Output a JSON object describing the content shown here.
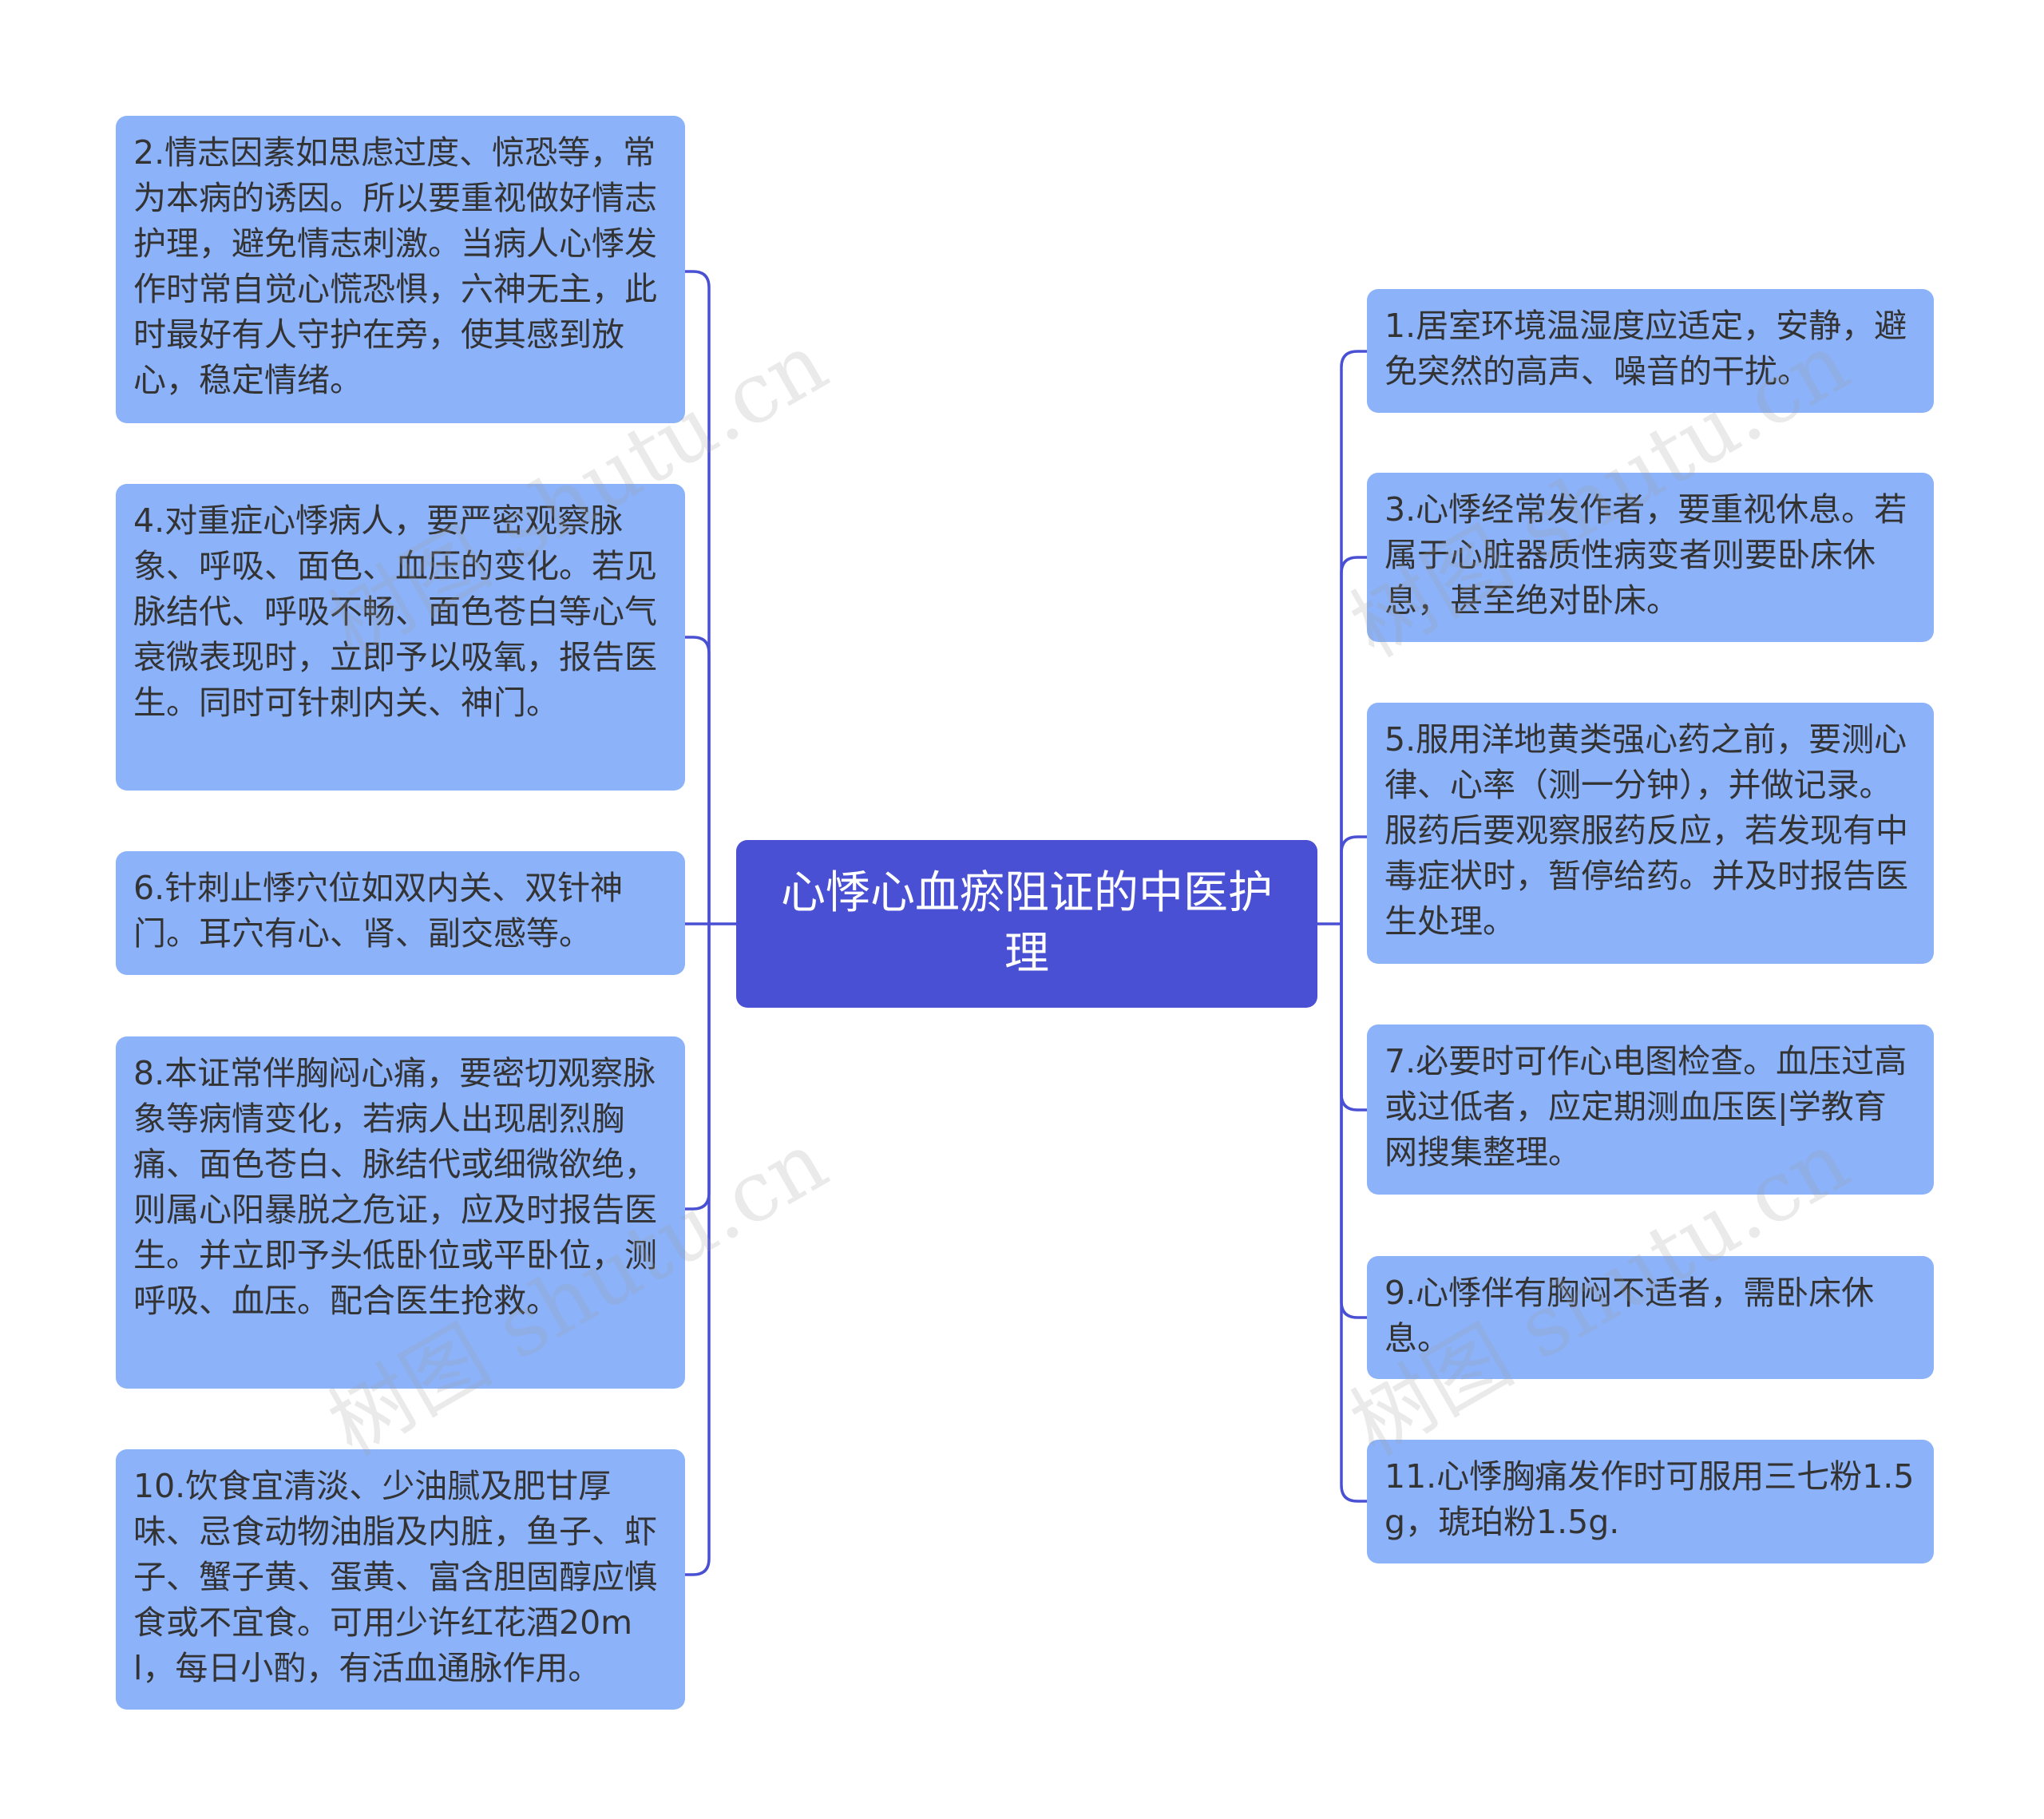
{
  "root": {
    "label": "心悸心血瘀阻证的中医护理"
  },
  "left_nodes": [
    {
      "id": "n2",
      "text": "2.情志因素如思虑过度、惊恐等，常为本病的诱因。所以要重视做好情志护理，避免情志刺激。当病人心悸发作时常自觉心慌恐惧，六神无主，此时最好有人守护在旁，使其感到放心，稳定情绪。"
    },
    {
      "id": "n4",
      "text": "4.对重症心悸病人，要严密观察脉象、呼吸、面色、血压的变化。若见脉结代、呼吸不畅、面色苍白等心气衰微表现时，立即予以吸氧，报告医生。同时可针刺内关、神门。"
    },
    {
      "id": "n6",
      "text": "6.针刺止悸穴位如双内关、双针神门。耳穴有心、肾、副交感等。"
    },
    {
      "id": "n8",
      "text": "8.本证常伴胸闷心痛，要密切观察脉象等病情变化，若病人出现剧烈胸痛、面色苍白、脉结代或细微欲绝，则属心阳暴脱之危证，应及时报告医生。并立即予头低卧位或平卧位，测呼吸、血压。配合医生抢救。"
    },
    {
      "id": "n10",
      "text": "10.饮食宜清淡、少油腻及肥甘厚味、忌食动物油脂及内脏，鱼子、虾子、蟹子黄、蛋黄、富含胆固醇应慎食或不宜食。可用少许红花酒20ml，每日小酌，有活血通脉作用。"
    }
  ],
  "right_nodes": [
    {
      "id": "n1",
      "text": "1.居室环境温湿度应适定，安静，避免突然的高声、噪音的干扰。"
    },
    {
      "id": "n3",
      "text": "3.心悸经常发作者，要重视休息。若属于心脏器质性病变者则要卧床休息，甚至绝对卧床。"
    },
    {
      "id": "n5",
      "text": "5.服用洋地黄类强心药之前，要测心律、心率（测一分钟），并做记录。服药后要观察服药反应，若发现有中毒症状时，暂停给药。并及时报告医生处理。"
    },
    {
      "id": "n7",
      "text": "7.必要时可作心电图检查。血压过高或过低者，应定期测血压医|学教育网搜集整理。"
    },
    {
      "id": "n9",
      "text": "9.心悸伴有胸闷不适者，需卧床休息。"
    },
    {
      "id": "n11",
      "text": "11.心悸胸痛发作时可服用三七粉1.5g，琥珀粉1.5g."
    }
  ],
  "watermark": "树图 shutu.cn",
  "colors": {
    "root": "#4a50d3",
    "node": "#8cb2fa",
    "line": "#4a50d3",
    "node_text": "#333333"
  }
}
